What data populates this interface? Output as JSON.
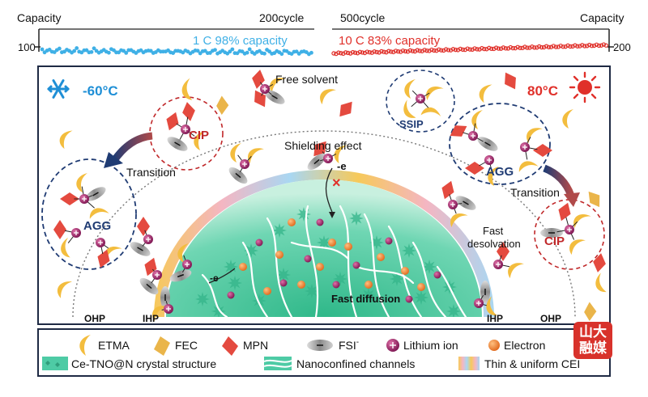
{
  "top_bar": {
    "left_axis_label": "Capacity",
    "left_cycle_label": "200cycle",
    "left_value": "100",
    "left_series_text": "1 C   98% capacity",
    "right_cycle_label": "500cycle",
    "right_axis_label": "Capacity",
    "right_value": "200",
    "right_series_text": "10 C   83% capacity",
    "colors": {
      "left_series": "#3fb0e6",
      "right_series": "#e0302a"
    }
  },
  "main": {
    "cold_temp": "-60°C",
    "hot_temp": "80°C",
    "free_solvent": "Free solvent",
    "shielding_effect": "Shielding effect",
    "electron_label_top": "-e",
    "electron_label_left": "-e",
    "fast_diffusion": "Fast diffusion",
    "fast_desolvation_1": "Fast",
    "fast_desolvation_2": "desolvation",
    "ohp_left": "OHP",
    "ihp_left": "IHP",
    "ihp_right": "IHP",
    "ohp_right": "OHP",
    "cip_left": "CIP",
    "cip_right": "CIP",
    "agg_left": "AGG",
    "agg_right": "AGG",
    "ssip": "SSIP",
    "transition_left": "Transition",
    "transition_right": "Transition"
  },
  "legend": {
    "row1": [
      "ETMA",
      "FEC",
      "MPN",
      "FSI",
      "Lithium ion",
      "Electron"
    ],
    "fsi_superscript": "-",
    "row2": [
      "Ce-TNO@N crystal structure",
      "Nanoconfined channels",
      "Thin & uniform CEI"
    ]
  },
  "watermark": {
    "line1": "山大",
    "line2": "融媒"
  },
  "colors": {
    "frame": "#1f2a44",
    "cold_blue": "#1f8fd6",
    "hot_red": "#e0302a",
    "cip_red": "#c0282a",
    "agg_navy": "#1f3b73",
    "crystal_green": "#4ecba5",
    "etma_yellow": "#f3bd3e",
    "fec_yellow": "#eab54a",
    "mpn_red": "#e44a3f",
    "fsi_gray": "#8f8f8f",
    "lithium_magenta": "#a0226b",
    "electron_orange": "#f08a3a"
  }
}
